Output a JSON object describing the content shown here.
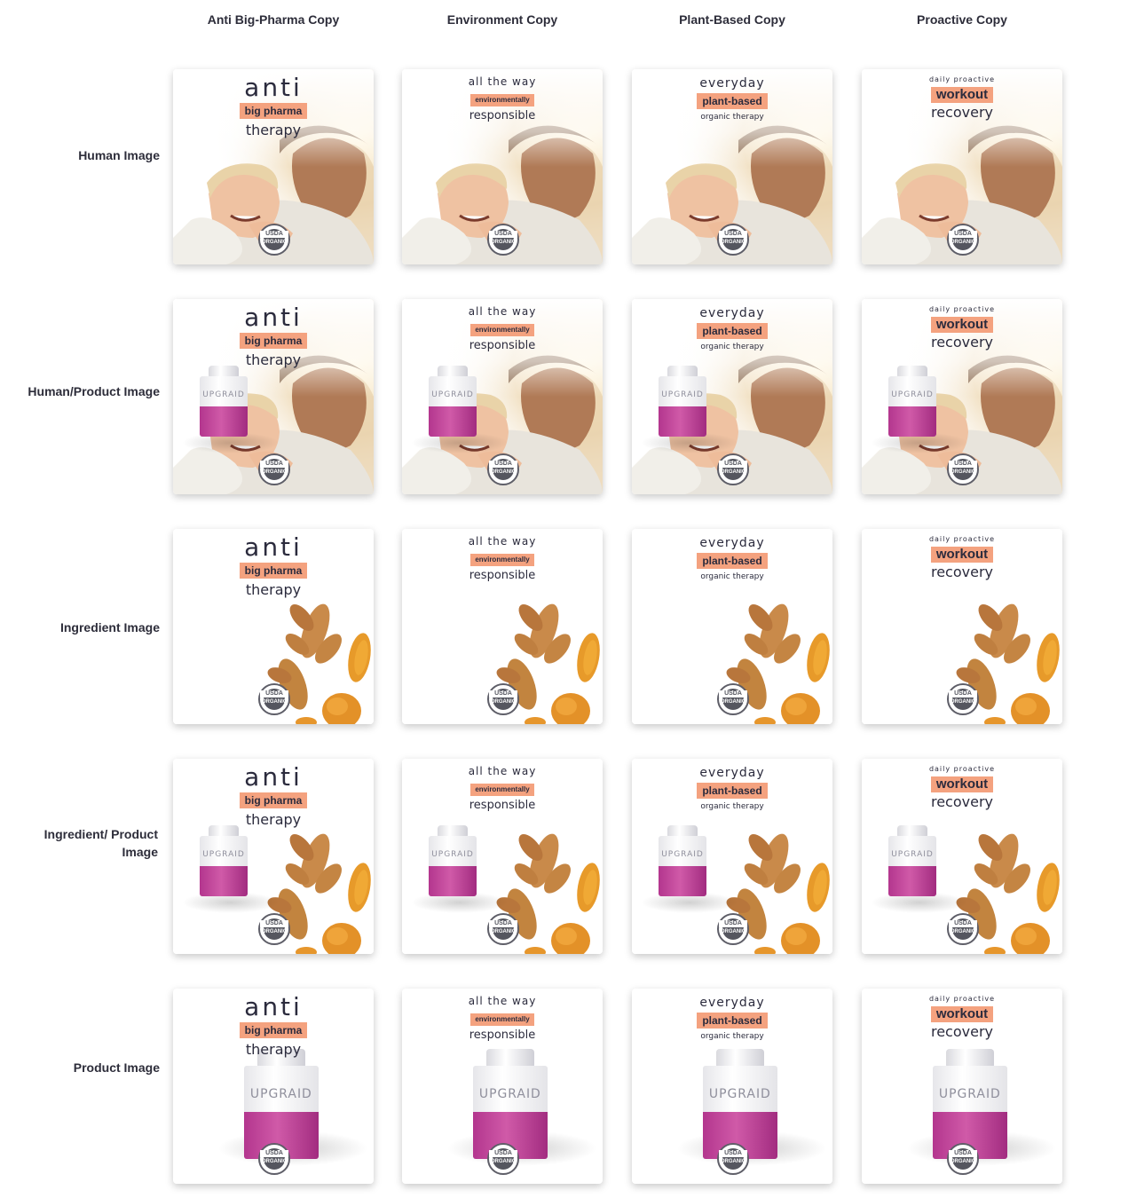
{
  "columns": [
    "Anti Big-Pharma Copy",
    "Environment Copy",
    "Plant-Based Copy",
    "Proactive Copy"
  ],
  "rows": [
    "Human Image",
    "Human/Product Image",
    "Ingredient Image",
    "Ingredient/ Product Image",
    "Product Image"
  ],
  "copy": {
    "anti": {
      "line1": "anti",
      "highlight": "big pharma",
      "line3": "therapy"
    },
    "environment": {
      "line1": "all the way",
      "highlight": "environmentally",
      "line3": "responsible"
    },
    "plant": {
      "line1": "everyday",
      "highlight": "plant-based",
      "line3": "organic therapy"
    },
    "proactive": {
      "line1": "daily proactive",
      "highlight": "workout",
      "line3": "recovery"
    }
  },
  "badge": {
    "line1": "USDA",
    "line2": "ORGANIC"
  },
  "product": {
    "brand": "UPGRAID"
  },
  "colors": {
    "highlight": "#f4a27f",
    "bottle_band": "#b3368e",
    "text": "#2b2b3d",
    "turmeric": "#c98a4a"
  }
}
